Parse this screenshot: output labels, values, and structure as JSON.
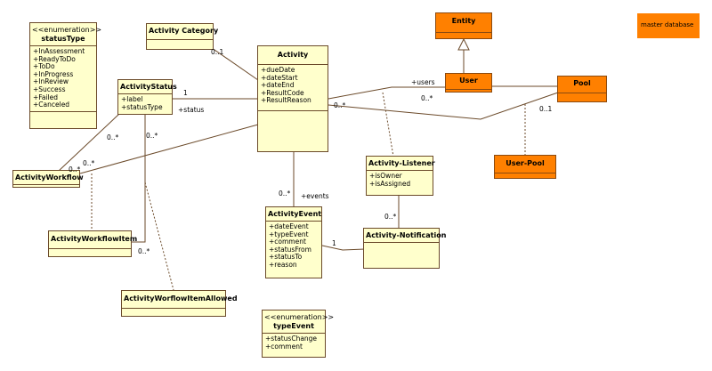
{
  "classes": {
    "status_type": {
      "stereotype": "<<enumeration>>",
      "name": "statusType",
      "attributes": [
        "+InAssessment",
        "+ReadyToDo",
        "+ToDo",
        "+InProgress",
        "+InReview",
        "+Success",
        "+Failed",
        "+Canceled"
      ]
    },
    "activity_category": {
      "name": "Activity Category"
    },
    "activity": {
      "name": "Activity",
      "attributes": [
        "+dueDate",
        "+dateStart",
        "+dateEnd",
        "+ResultCode",
        "+ResultReason"
      ]
    },
    "activity_status": {
      "name": "ActivityStatus",
      "attributes": [
        "+label",
        "+statusType"
      ]
    },
    "entity": {
      "name": "Entity"
    },
    "user": {
      "name": "User"
    },
    "pool": {
      "name": "Pool"
    },
    "user_pool": {
      "name": "User-Pool"
    },
    "activity_workflow": {
      "name": "ActivityWorkflow"
    },
    "activity_listener": {
      "name": "Activity-Listener",
      "attributes": [
        "+isOwner",
        "+isAssigned"
      ]
    },
    "activity_event": {
      "name": "ActivityEvent",
      "attributes": [
        "+dateEvent",
        "+typeEvent",
        "+comment",
        "+statusFrom",
        "+statusTo",
        "+reason"
      ]
    },
    "activity_notification": {
      "name": "Activity-Notification"
    },
    "activity_workflow_item": {
      "name": "ActivityWorkflowItem"
    },
    "activity_worflow_item_allowed": {
      "name": "ActivityWorflowItemAllowed"
    },
    "type_event": {
      "stereotype": "<<enumeration>>",
      "name": "typeEvent",
      "attributes": [
        "+statusChange",
        "+comment"
      ]
    }
  },
  "note": {
    "text": "master database"
  },
  "labels": {
    "cat_mult": "0..1",
    "status_one": "1",
    "status_role": "+status",
    "users_role": "+users",
    "users_mult": "0..*",
    "pool_mult_left": "0..*",
    "pool_mult_right": "0..1",
    "status_wf_mult": "0..*",
    "status_item_mult": "0..*",
    "wf_mult_a": "0..*",
    "wf_mult_b": "0..*",
    "events_mult": "0..*",
    "events_role": "+events",
    "notif_mult": "0..*",
    "event_notif_one": "1",
    "item_mult": "0..*"
  }
}
